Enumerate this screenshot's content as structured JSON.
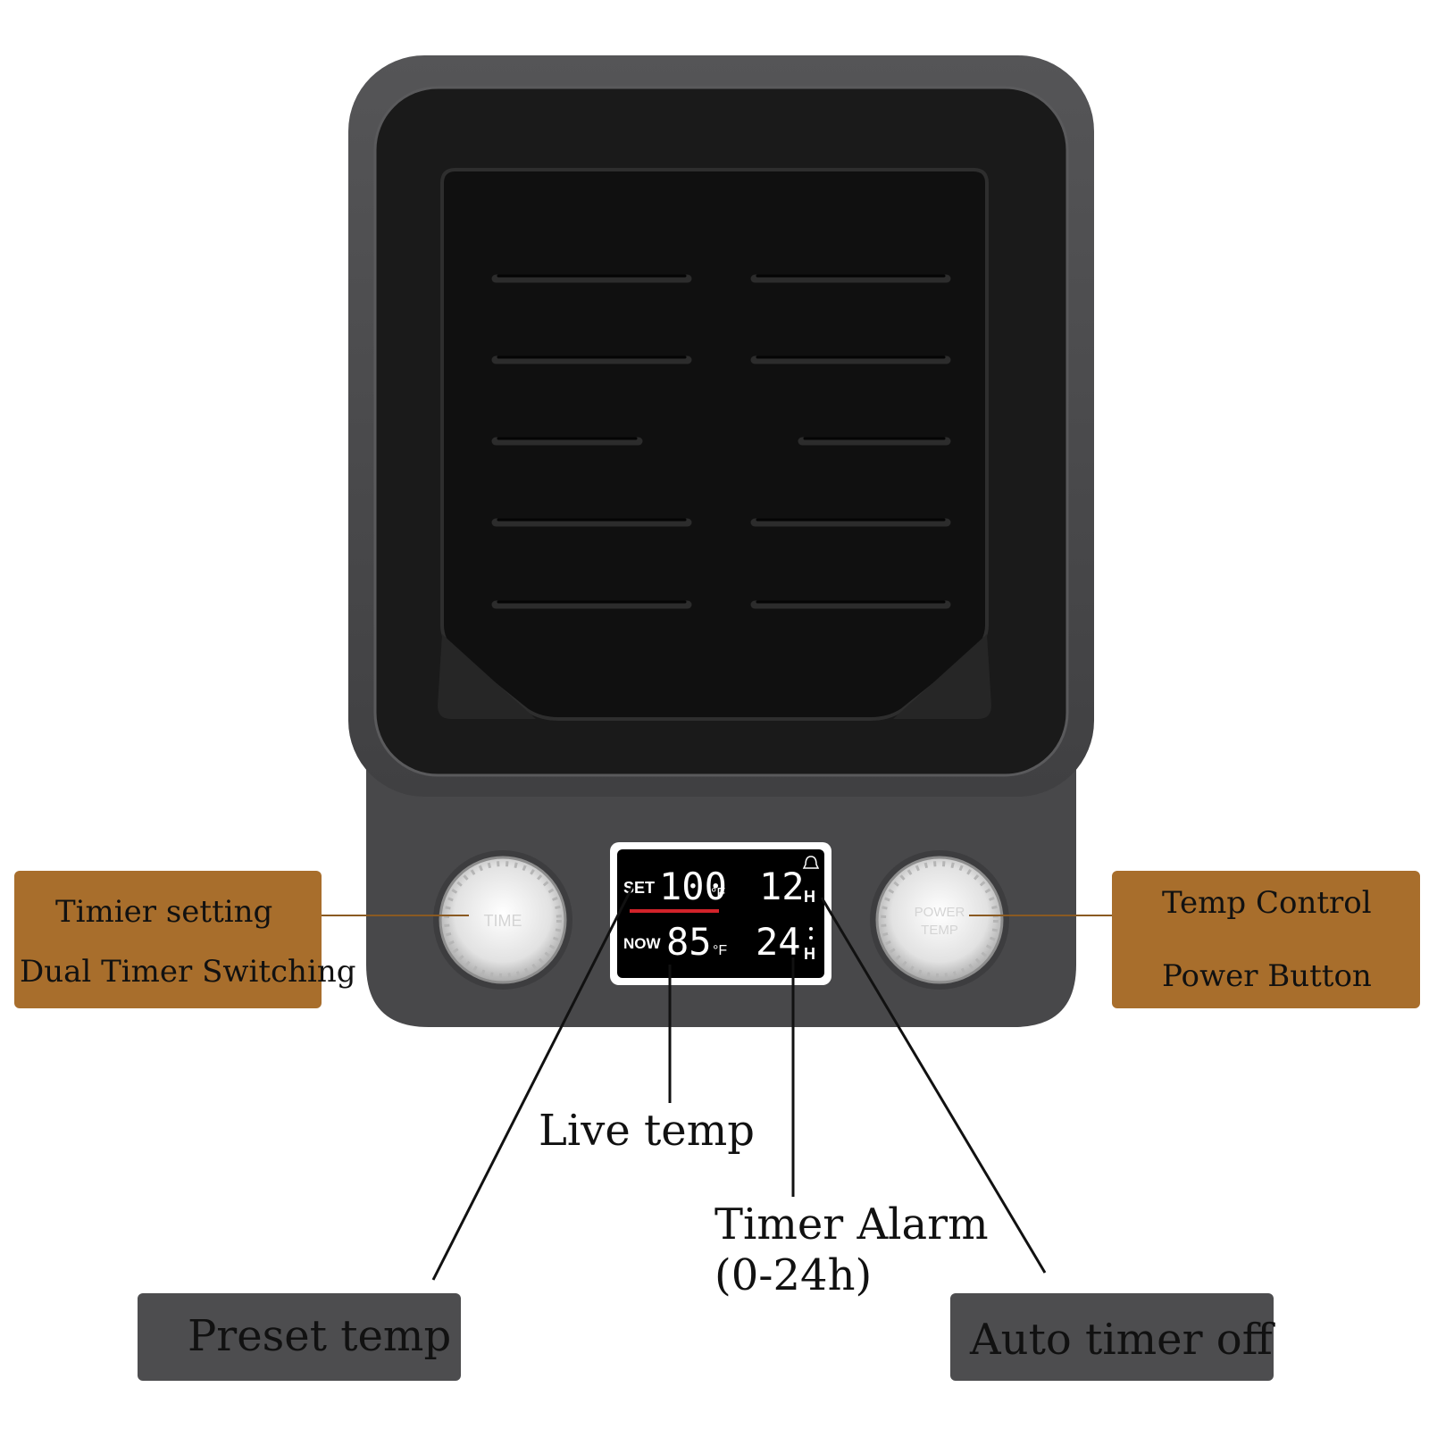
{
  "display": {
    "set_label": "SET",
    "set_value": "100",
    "set_unit": "°F",
    "now_label": "NOW",
    "now_value": "85",
    "now_unit": "°F",
    "timer1_value": "12",
    "timer1_unit": "H",
    "timer2_value": "24",
    "timer2_unit": "H"
  },
  "knobs": {
    "left_text": "TIME",
    "right_text_line1": "POWER",
    "right_text_line2": "TEMP"
  },
  "callouts": {
    "timer_setting": "Timier setting",
    "dual_timer": "Dual Timer Switching",
    "temp_control": "Temp Control",
    "power_button": "Power Button",
    "preset_temp": "Preset temp",
    "auto_timer_off": "Auto timer off",
    "live_temp": "Live temp",
    "timer_alarm_line1": "Timer Alarm",
    "timer_alarm_line2": "(0-24h)"
  },
  "colors": {
    "callout_brown": "#a86e2c",
    "callout_grey": "#4d4d4f",
    "device_body": "#4a4a4c",
    "tray": "#111111",
    "lcd_red_bar": "#d2232a"
  }
}
